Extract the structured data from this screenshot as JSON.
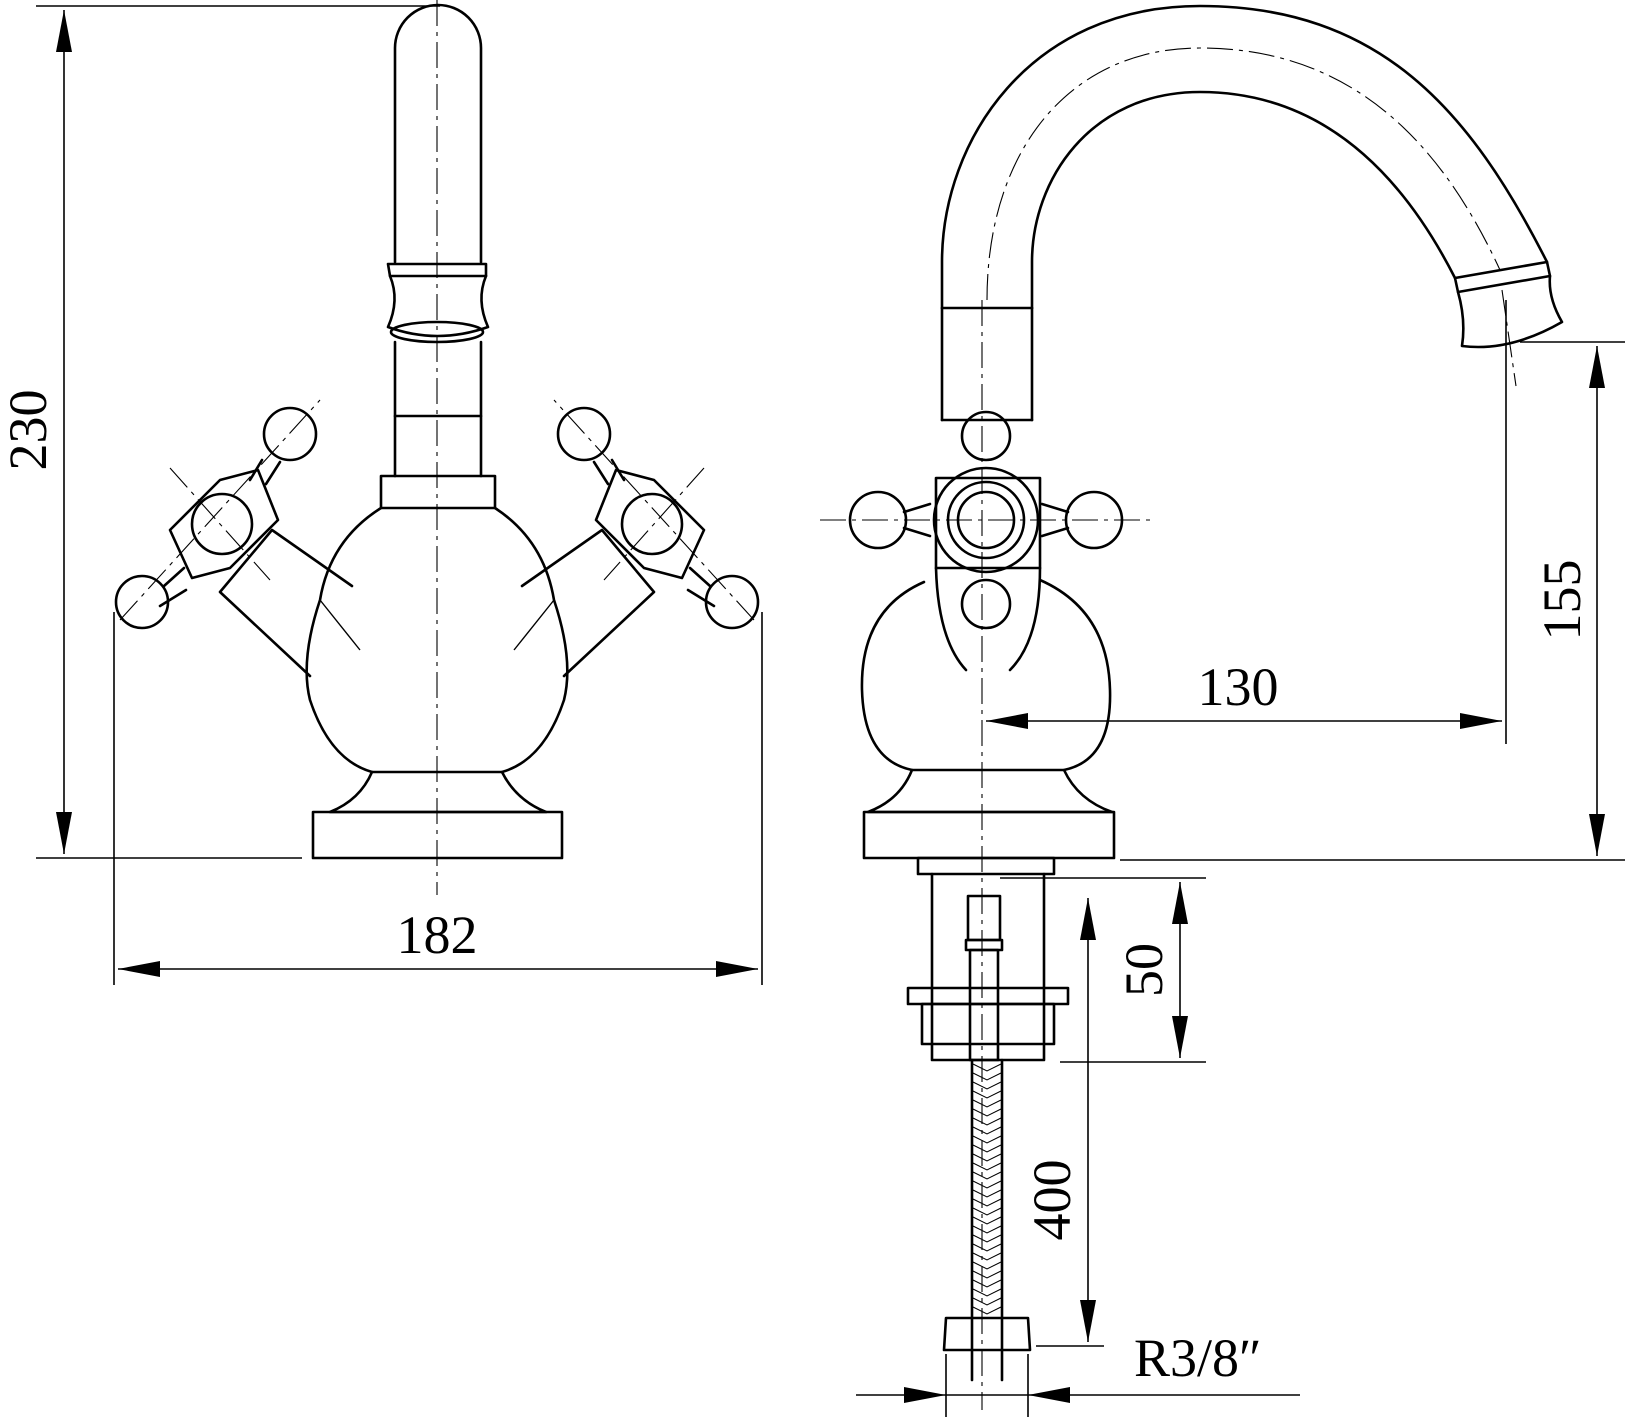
{
  "dimensions": {
    "height_total": "230",
    "width_total": "182",
    "spout_reach": "130",
    "spout_height": "155",
    "shank_length": "50",
    "hose_length": "400",
    "thread": "R3/8″"
  }
}
